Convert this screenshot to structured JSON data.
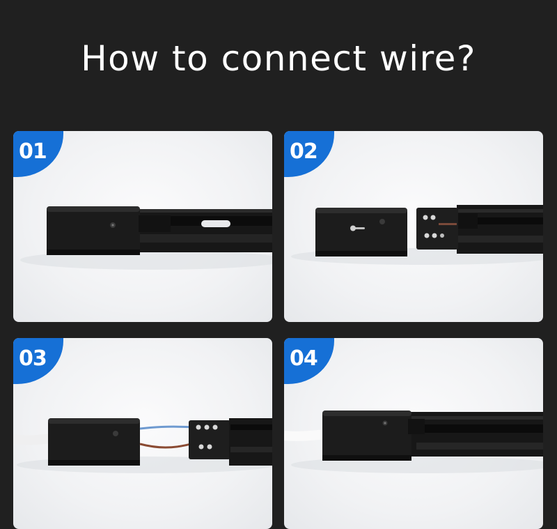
{
  "title": "How to connect wire?",
  "steps": [
    {
      "number": "01"
    },
    {
      "number": "02"
    },
    {
      "number": "03"
    },
    {
      "number": "04"
    }
  ],
  "colors": {
    "background": "#202020",
    "badge": "#1670d6",
    "panel": "#f2f3f5",
    "track": "#161616"
  }
}
